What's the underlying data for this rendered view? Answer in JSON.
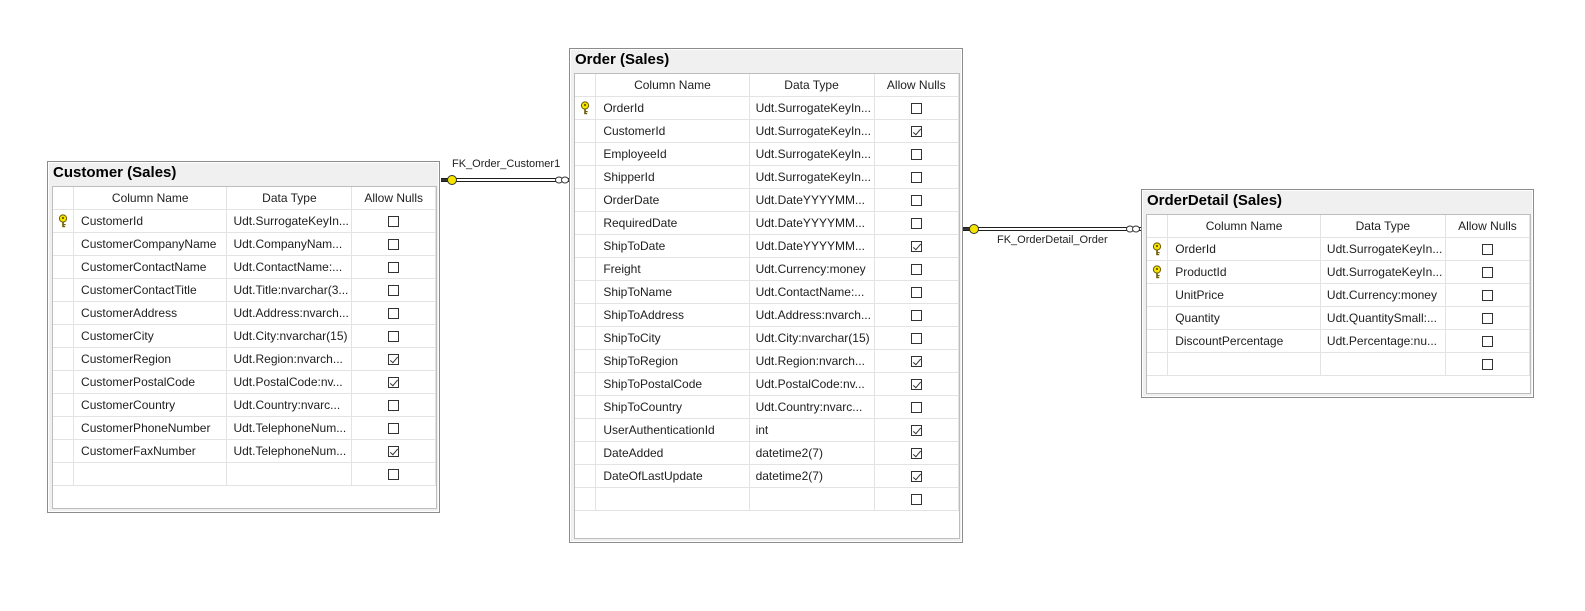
{
  "relationships": [
    {
      "name": "FK_Order_Customer1"
    },
    {
      "name": "FK_OrderDetail_Order"
    }
  ],
  "grid_headers": {
    "column_name": "Column Name",
    "data_type": "Data Type",
    "allow_nulls": "Allow Nulls"
  },
  "tables": {
    "customer": {
      "title": "Customer (Sales)",
      "rows": [
        {
          "pk": true,
          "name": "CustomerId",
          "type": "Udt.SurrogateKeyIn...",
          "nulls": false
        },
        {
          "pk": false,
          "name": "CustomerCompanyName",
          "type": "Udt.CompanyNam...",
          "nulls": false
        },
        {
          "pk": false,
          "name": "CustomerContactName",
          "type": "Udt.ContactName:...",
          "nulls": false
        },
        {
          "pk": false,
          "name": "CustomerContactTitle",
          "type": "Udt.Title:nvarchar(3...",
          "nulls": false
        },
        {
          "pk": false,
          "name": "CustomerAddress",
          "type": "Udt.Address:nvarch...",
          "nulls": false
        },
        {
          "pk": false,
          "name": "CustomerCity",
          "type": "Udt.City:nvarchar(15)",
          "nulls": false
        },
        {
          "pk": false,
          "name": "CustomerRegion",
          "type": "Udt.Region:nvarch...",
          "nulls": true
        },
        {
          "pk": false,
          "name": "CustomerPostalCode",
          "type": "Udt.PostalCode:nv...",
          "nulls": true
        },
        {
          "pk": false,
          "name": "CustomerCountry",
          "type": "Udt.Country:nvarc...",
          "nulls": false
        },
        {
          "pk": false,
          "name": "CustomerPhoneNumber",
          "type": "Udt.TelephoneNum...",
          "nulls": false
        },
        {
          "pk": false,
          "name": "CustomerFaxNumber",
          "type": "Udt.TelephoneNum...",
          "nulls": true
        },
        {
          "pk": false,
          "name": "",
          "type": "",
          "nulls": false
        }
      ]
    },
    "order": {
      "title": "Order (Sales)",
      "rows": [
        {
          "pk": true,
          "name": "OrderId",
          "type": "Udt.SurrogateKeyIn...",
          "nulls": false
        },
        {
          "pk": false,
          "name": "CustomerId",
          "type": "Udt.SurrogateKeyIn...",
          "nulls": true
        },
        {
          "pk": false,
          "name": "EmployeeId",
          "type": "Udt.SurrogateKeyIn...",
          "nulls": false
        },
        {
          "pk": false,
          "name": "ShipperId",
          "type": "Udt.SurrogateKeyIn...",
          "nulls": false
        },
        {
          "pk": false,
          "name": "OrderDate",
          "type": "Udt.DateYYYYMM...",
          "nulls": false
        },
        {
          "pk": false,
          "name": "RequiredDate",
          "type": "Udt.DateYYYYMM...",
          "nulls": false
        },
        {
          "pk": false,
          "name": "ShipToDate",
          "type": "Udt.DateYYYYMM...",
          "nulls": true
        },
        {
          "pk": false,
          "name": "Freight",
          "type": "Udt.Currency:money",
          "nulls": false
        },
        {
          "pk": false,
          "name": "ShipToName",
          "type": "Udt.ContactName:...",
          "nulls": false
        },
        {
          "pk": false,
          "name": "ShipToAddress",
          "type": "Udt.Address:nvarch...",
          "nulls": false
        },
        {
          "pk": false,
          "name": "ShipToCity",
          "type": "Udt.City:nvarchar(15)",
          "nulls": false
        },
        {
          "pk": false,
          "name": "ShipToRegion",
          "type": "Udt.Region:nvarch...",
          "nulls": true
        },
        {
          "pk": false,
          "name": "ShipToPostalCode",
          "type": "Udt.PostalCode:nv...",
          "nulls": true
        },
        {
          "pk": false,
          "name": "ShipToCountry",
          "type": "Udt.Country:nvarc...",
          "nulls": false
        },
        {
          "pk": false,
          "name": "UserAuthenticationId",
          "type": "int",
          "nulls": true
        },
        {
          "pk": false,
          "name": "DateAdded",
          "type": "datetime2(7)",
          "nulls": true
        },
        {
          "pk": false,
          "name": "DateOfLastUpdate",
          "type": "datetime2(7)",
          "nulls": true
        },
        {
          "pk": false,
          "name": "",
          "type": "",
          "nulls": false
        }
      ]
    },
    "orderdetail": {
      "title": "OrderDetail (Sales)",
      "rows": [
        {
          "pk": true,
          "name": "OrderId",
          "type": "Udt.SurrogateKeyIn...",
          "nulls": false
        },
        {
          "pk": true,
          "name": "ProductId",
          "type": "Udt.SurrogateKeyIn...",
          "nulls": false
        },
        {
          "pk": false,
          "name": "UnitPrice",
          "type": "Udt.Currency:money",
          "nulls": false
        },
        {
          "pk": false,
          "name": "Quantity",
          "type": "Udt.QuantitySmall:...",
          "nulls": false
        },
        {
          "pk": false,
          "name": "DiscountPercentage",
          "type": "Udt.Percentage:nu...",
          "nulls": false
        },
        {
          "pk": false,
          "name": "",
          "type": "",
          "nulls": false
        }
      ]
    }
  }
}
